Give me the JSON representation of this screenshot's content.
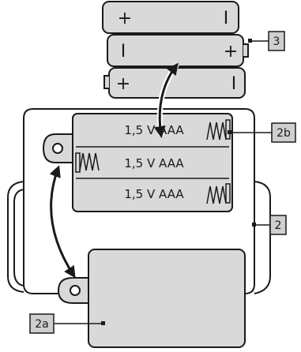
{
  "diagram": {
    "colors": {
      "fill": "#d9d9d9",
      "stroke": "#1a1a1a",
      "background": "#ffffff",
      "callout_fill": "#cfcfcf"
    },
    "batteries": {
      "top": {
        "left_sign": "+",
        "right_sign": "I"
      },
      "middle": {
        "left_sign": "I",
        "right_sign": "+"
      },
      "bottom": {
        "left_sign": "+",
        "right_sign": "I"
      }
    },
    "compartment": {
      "slots": [
        {
          "label": "1,5 V AAA"
        },
        {
          "label": "1,5 V AAA"
        },
        {
          "label": "1,5 V AAA"
        }
      ]
    },
    "callouts": {
      "batteries": "3",
      "compartment": "2b",
      "holder": "2",
      "lid": "2a"
    }
  }
}
